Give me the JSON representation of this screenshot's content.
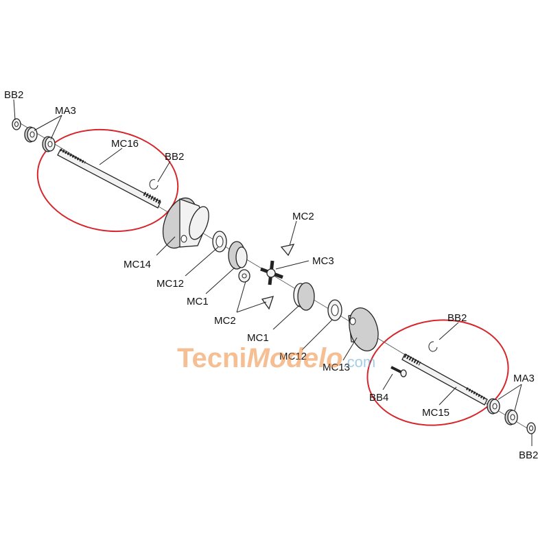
{
  "labels": {
    "bb2_top_left": "BB2",
    "ma3_top": "MA3",
    "mc16": "MC16",
    "bb2_mc16": "BB2",
    "mc14": "MC14",
    "mc12_left": "MC12",
    "mc1_left": "MC1",
    "mc2_top": "MC2",
    "mc3": "MC3",
    "mc2_bottom": "MC2",
    "mc1_right": "MC1",
    "mc12_right": "MC12",
    "mc13": "MC13",
    "bb2_mc15": "BB2",
    "bb4": "BB4",
    "mc15": "MC15",
    "ma3_bottom": "MA3",
    "bb2_bottom_right": "BB2"
  },
  "watermark": {
    "brand_prefix": "Tecni",
    "brand_suffix": "Modelo",
    "domain": ".com",
    "colors": {
      "orange": "#f08a3c",
      "blue": "#5aa6d8"
    }
  },
  "colors": {
    "highlight": "#d6262b",
    "line": "#222222"
  }
}
